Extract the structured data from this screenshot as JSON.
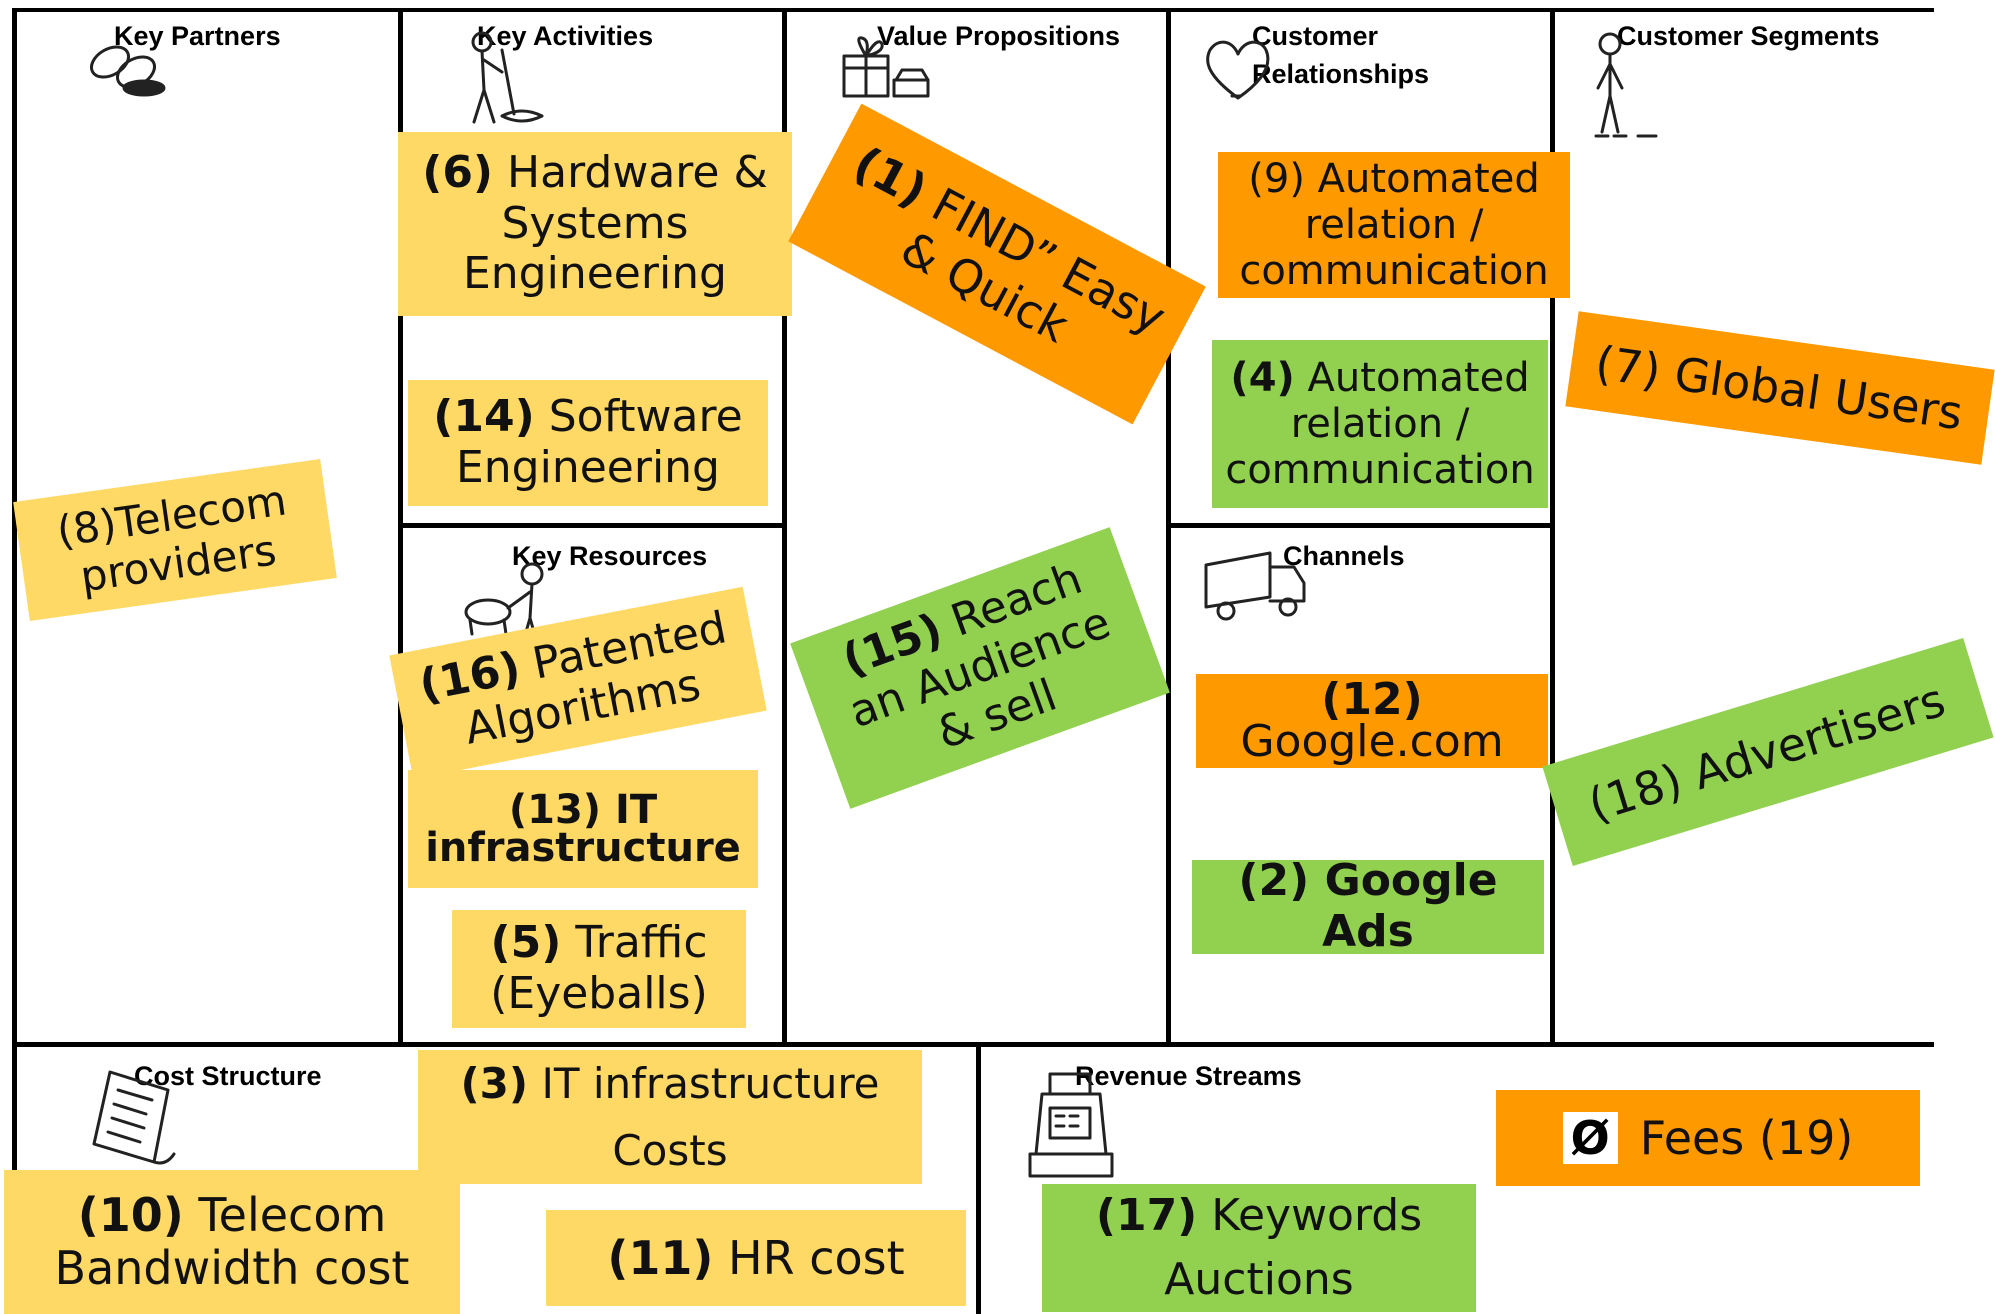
{
  "headers": {
    "key_partners": "Key Partners",
    "key_activities": "Key Activities",
    "value_propositions": "Value Propositions",
    "customer_relationships_1": "Customer",
    "customer_relationships_2": "Relationships",
    "customer_segments": "Customer Segments",
    "key_resources": "Key Resources",
    "channels": "Channels",
    "cost_structure": "Cost Structure",
    "revenue_streams": "Revenue Streams"
  },
  "notes": {
    "n6": {
      "num": "(6)",
      "text_1": "Hardware &",
      "text_2": "Systems",
      "text_3": "Engineering"
    },
    "n14": {
      "num": "(14)",
      "text_1": "Software",
      "text_2": "Engineering"
    },
    "n8": {
      "text_1": "(8)Telecom",
      "text_2": "providers"
    },
    "n1": {
      "num": "(1)",
      "text_1": "FIND” Easy",
      "text_2": "& Quick"
    },
    "n9": {
      "text_1": "(9) Automated",
      "text_2": "relation /",
      "text_3": "communication"
    },
    "n4": {
      "num": "(4)",
      "text_1": "Automated",
      "text_2": "relation /",
      "text_3": "communication"
    },
    "n7": {
      "text_1": "(7) Global Users"
    },
    "n16": {
      "num": "(16)",
      "text_1": "Patented",
      "text_2": "Algorithms"
    },
    "n15": {
      "num": "(15)",
      "text_1": "Reach",
      "text_2": "an Audience",
      "text_3": "& sell"
    },
    "n12": {
      "num": "(12)",
      "text_1": "Google.com"
    },
    "n13": {
      "text_1": "(13) IT",
      "text_2": "infrastructure"
    },
    "n18": {
      "text_1": "(18) Advertisers"
    },
    "n2": {
      "text_1": "(2) Google Ads"
    },
    "n5": {
      "num": "(5)",
      "text_1": "Traffic",
      "text_2": "(Eyeballs)"
    },
    "n3": {
      "num": "(3)",
      "text_1": "IT infrastructure",
      "text_2": "Costs"
    },
    "n19": {
      "symbol": "Ø",
      "text_1": "Fees (19)"
    },
    "n10": {
      "num": "(10)",
      "text_1": "Telecom",
      "text_2": "Bandwidth cost"
    },
    "n11": {
      "num": "(11)",
      "text_1": "HR cost"
    },
    "n17": {
      "num": "(17)",
      "text_1": "Keywords",
      "text_2": "Auctions"
    }
  },
  "colors": {
    "yellow": "#FFD966",
    "orange": "#FF9900",
    "green": "#92D050",
    "grid": "#000000"
  },
  "icons": [
    "chain-links-icon",
    "digging-person-icon",
    "gift-box-icon",
    "heart-icon",
    "standing-person-icon",
    "worker-with-load-icon",
    "delivery-truck-icon",
    "receipt-scroll-icon",
    "cash-register-icon"
  ]
}
